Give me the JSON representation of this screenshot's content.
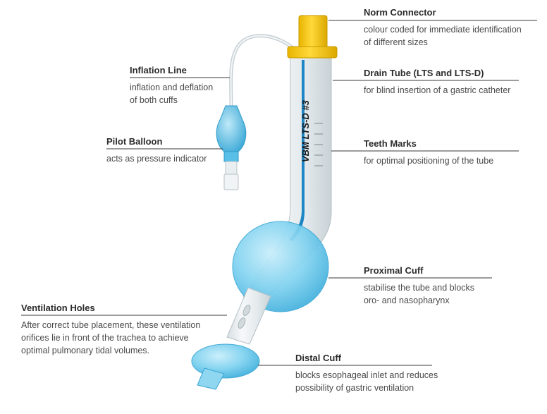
{
  "device": {
    "tube_printed_label": "VBM  LTS-D #3"
  },
  "callouts": {
    "norm_connector": {
      "title": "Norm Connector",
      "desc_lines": [
        "colour coded for immediate identification",
        "of different sizes"
      ]
    },
    "inflation_line": {
      "title": "Inflation Line",
      "desc_lines": [
        "inflation and deflation",
        "of both cuffs"
      ]
    },
    "drain_tube": {
      "title": "Drain Tube (LTS and LTS-D)",
      "desc_lines": [
        "for blind insertion of a gastric catheter"
      ]
    },
    "pilot_balloon": {
      "title": "Pilot Balloon",
      "desc_lines": [
        "acts as pressure indicator"
      ]
    },
    "teeth_marks": {
      "title": "Teeth Marks",
      "desc_lines": [
        "for optimal positioning of the tube"
      ]
    },
    "proximal_cuff": {
      "title": "Proximal Cuff",
      "desc_lines": [
        "stabilise the tube and blocks",
        "oro- and nasopharynx"
      ]
    },
    "ventilation_holes": {
      "title": "Ventilation Holes",
      "desc_lines": [
        "After correct tube placement, these ventilation",
        "orifices lie in front of the trachea to achieve",
        "optimal pulmonary tidal volumes."
      ]
    },
    "distal_cuff": {
      "title": "Distal Cuff",
      "desc_lines": [
        "blocks esophageal inlet and reduces",
        "possibility of gastric ventilation"
      ]
    }
  },
  "colors": {
    "connector_yellow": "#f2c200",
    "cuff_blue": "#5fc4ea",
    "drain_blue": "#1f86c6",
    "tube_clear": "#e6ecef",
    "line_color": "#3a3a3a"
  }
}
